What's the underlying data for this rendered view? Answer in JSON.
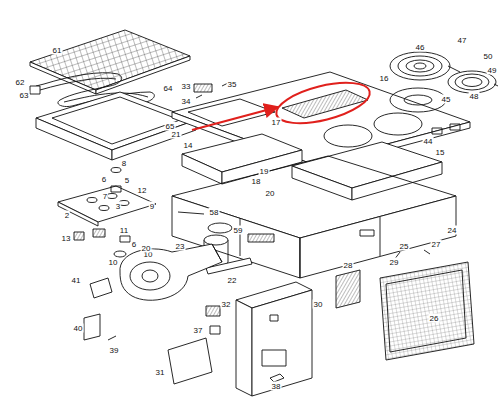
{
  "diagram": {
    "labels": [
      "61",
      "62",
      "63",
      "64",
      "65",
      "8",
      "6",
      "5",
      "12",
      "7",
      "3",
      "9",
      "2",
      "13",
      "11",
      "6",
      "10",
      "10",
      "33",
      "35",
      "34",
      "21",
      "17",
      "16",
      "47",
      "46",
      "50",
      "49",
      "45",
      "48",
      "44",
      "14",
      "15",
      "19",
      "18",
      "20",
      "58",
      "59",
      "23",
      "24",
      "22",
      "25",
      "27",
      "29",
      "28",
      "26",
      "20",
      "41",
      "40",
      "32",
      "37",
      "30",
      "39",
      "31",
      "38"
    ]
  }
}
